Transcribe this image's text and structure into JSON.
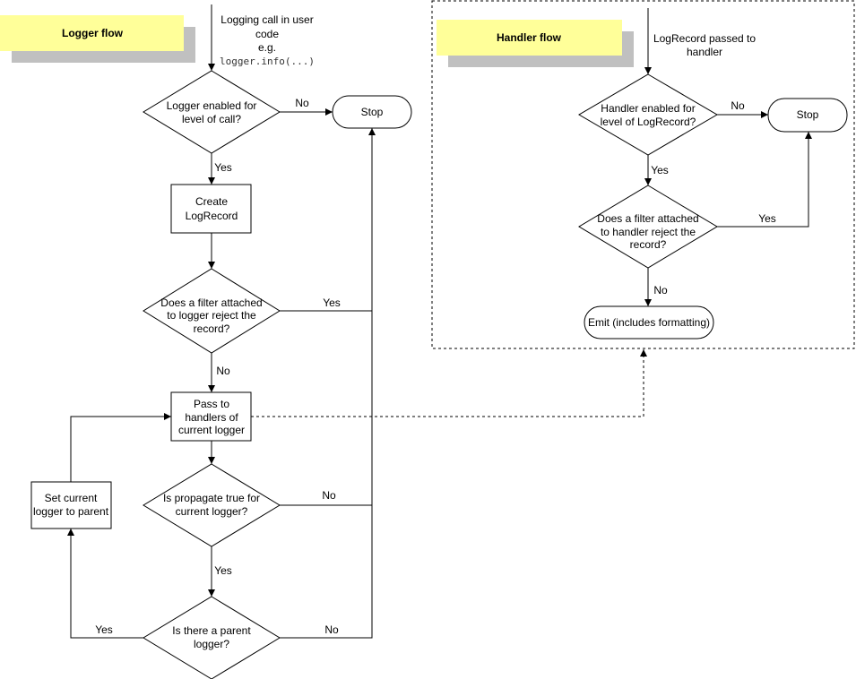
{
  "logger_flow": {
    "title": "Logger flow",
    "entry_text": [
      "Logging call in user",
      "code",
      "e.g."
    ],
    "entry_code": "logger.info(...)",
    "d_enabled": [
      "Logger enabled for",
      "level of call?"
    ],
    "stop": "Stop",
    "create": [
      "Create",
      "LogRecord"
    ],
    "d_filter": [
      "Does a filter attached",
      "to logger reject the",
      "record?"
    ],
    "pass": [
      "Pass to",
      "handlers of",
      "current logger"
    ],
    "d_propagate": [
      "Is propagate true for",
      "current logger?"
    ],
    "d_parent": [
      "Is there a parent",
      "logger?"
    ],
    "set_parent": [
      "Set current",
      "logger to parent"
    ],
    "lbl_no_enabled": "No",
    "lbl_yes_enabled": "Yes",
    "lbl_yes_filter": "Yes",
    "lbl_no_filter": "No",
    "lbl_no_propagate": "No",
    "lbl_yes_propagate": "Yes",
    "lbl_yes_parent": "Yes",
    "lbl_no_parent": "No"
  },
  "handler_flow": {
    "title": "Handler flow",
    "entry_text": [
      "LogRecord passed to",
      "handler"
    ],
    "d_enabled": [
      "Handler enabled for",
      "level of LogRecord?"
    ],
    "stop": "Stop",
    "d_filter": [
      "Does a filter attached",
      "to handler reject the",
      "record?"
    ],
    "emit": "Emit (includes formatting)",
    "lbl_no_enabled": "No",
    "lbl_yes_enabled": "Yes",
    "lbl_yes_filter": "Yes",
    "lbl_no_filter": "No"
  },
  "colors": {
    "title_box": "#ffff99",
    "title_shadow": "#c0c0c0",
    "stroke": "#000000"
  }
}
